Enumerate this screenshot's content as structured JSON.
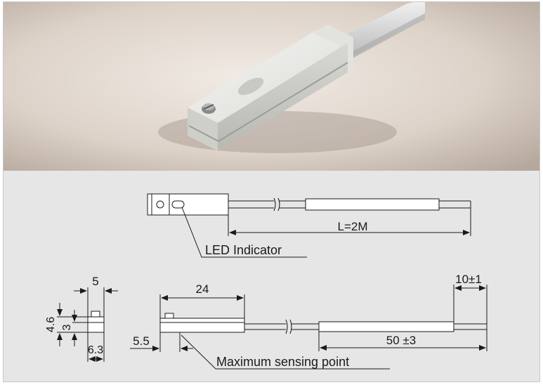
{
  "figure": {
    "photo_subject": "magnetic sensor switch with cable",
    "led_label": "LED Indicator",
    "cable_length_label": "L=2M",
    "width_label": "5",
    "height_outer_label": "4.6",
    "height_inner_label": "3",
    "base_width_label": "6.3",
    "body_length_label": "24",
    "offset_label": "5.5",
    "strip_length_label": "50 ±3",
    "tip_length_label": "10±1",
    "sensing_point_label": "Maximum sensing point"
  },
  "colors": {
    "photo_bg_light": "#efe8e1",
    "photo_bg_dark": "#b9aca1",
    "drawing_bg": "#e6e6e6",
    "line": "#1a1a1a",
    "body_fill": "#ffffff"
  }
}
